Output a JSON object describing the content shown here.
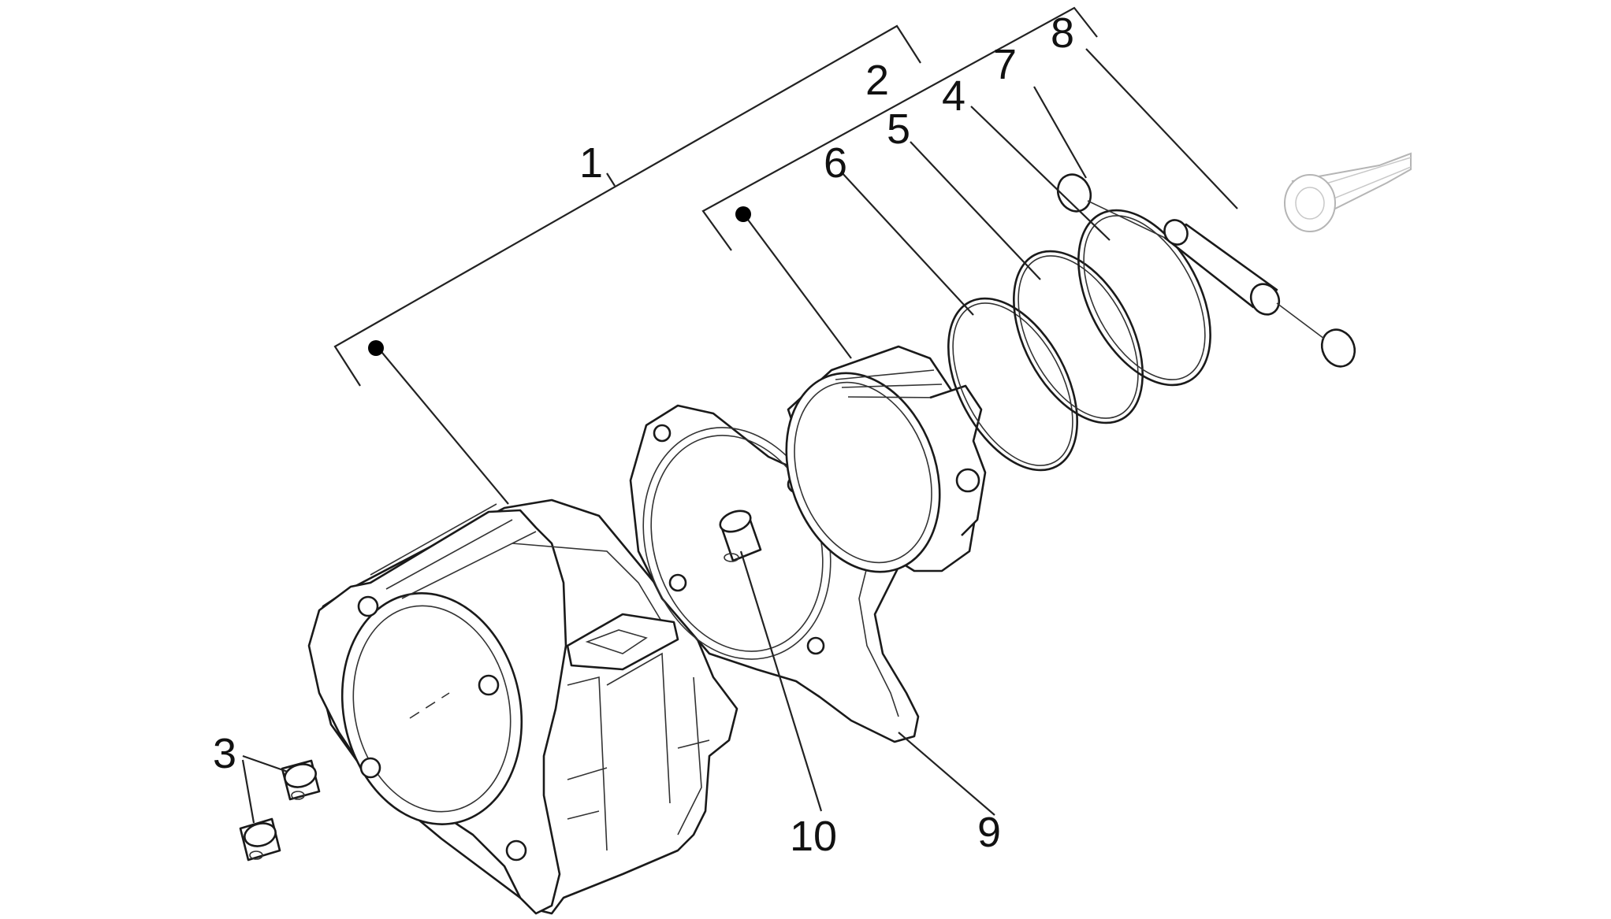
{
  "diagram": {
    "labels": [
      {
        "id": "1",
        "text": "1"
      },
      {
        "id": "2",
        "text": "2"
      },
      {
        "id": "3",
        "text": "3"
      },
      {
        "id": "4",
        "text": "4"
      },
      {
        "id": "5",
        "text": "5"
      },
      {
        "id": "6",
        "text": "6"
      },
      {
        "id": "7",
        "text": "7"
      },
      {
        "id": "8",
        "text": "8"
      },
      {
        "id": "9",
        "text": "9"
      },
      {
        "id": "10",
        "text": "10"
      }
    ],
    "colors": {
      "line": "#222222",
      "background": "#ffffff",
      "ghost": "#b5b5b5"
    }
  }
}
